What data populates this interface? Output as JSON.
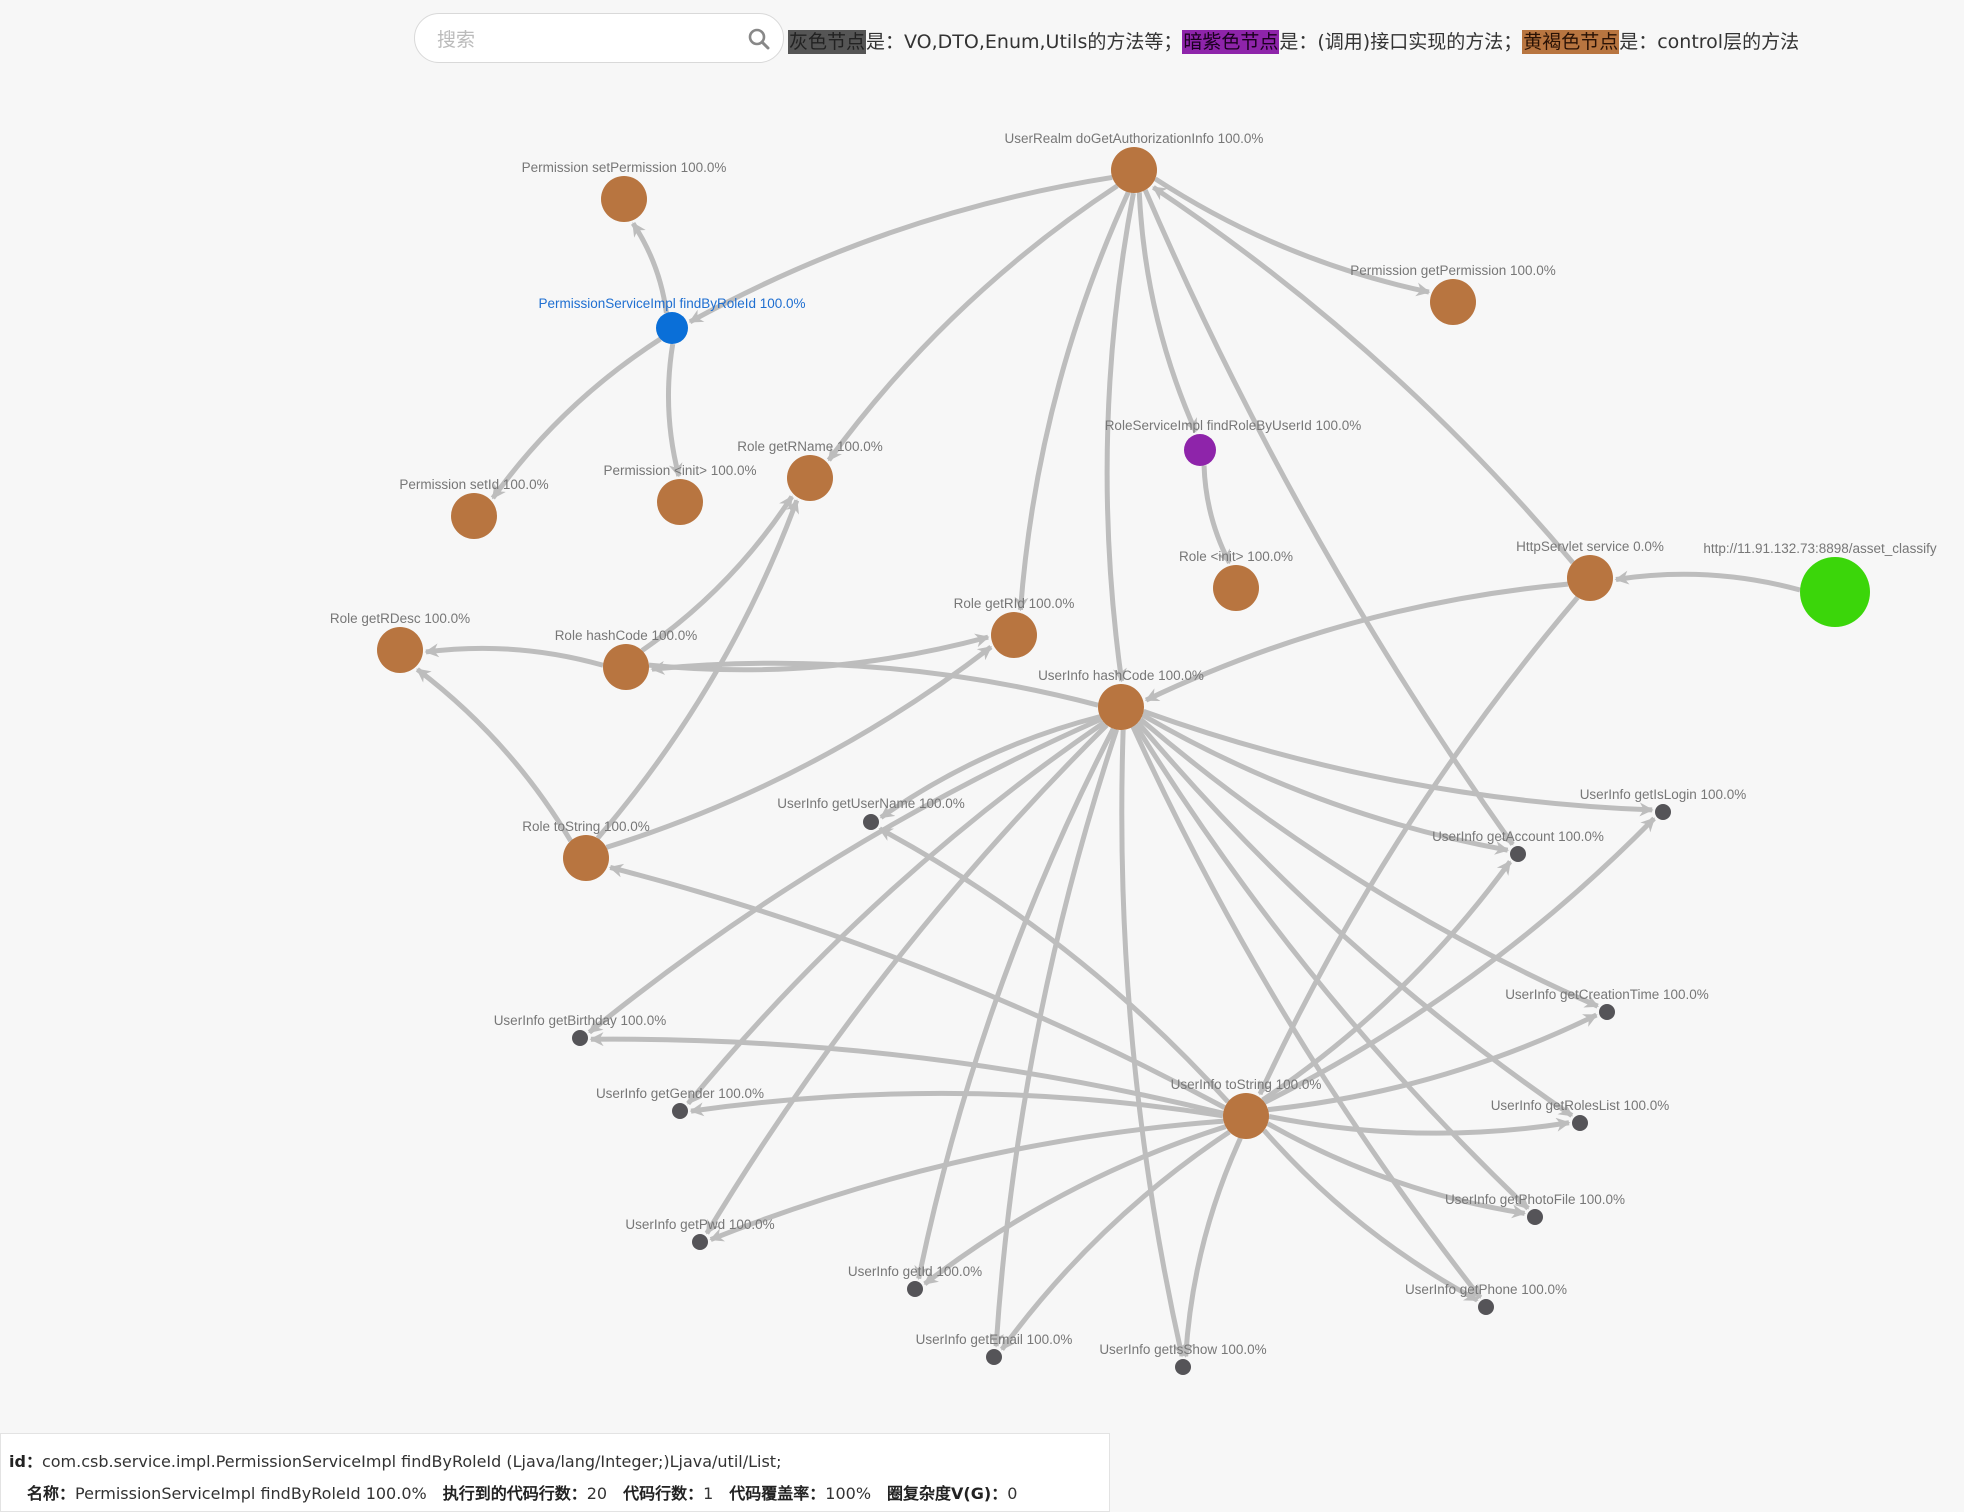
{
  "search": {
    "placeholder": "搜索",
    "value": ""
  },
  "legend": {
    "gray_swatch": "灰色节点",
    "gray_text": "是：VO,DTO,Enum,Utils的方法等；",
    "purple_swatch": "暗紫色节点",
    "purple_text": "是：(调用)接口实现的方法；",
    "brown_swatch": "黄褐色节点",
    "brown_text": "是：control层的方法"
  },
  "colors": {
    "brown": "#b87540",
    "gray": "#555458",
    "purple": "#8e24aa",
    "blue": "#0a6fd8",
    "green": "#3bd60a",
    "edge": "#bdbdbd",
    "selected_label": "#1f6fd1"
  },
  "graph": {
    "nodes": [
      {
        "id": "userrealm",
        "label": "UserRealm doGetAuthorizationInfo 100.0%",
        "type": "brown"
      },
      {
        "id": "perm_set",
        "label": "Permission setPermission 100.0%",
        "type": "brown"
      },
      {
        "id": "perm_get",
        "label": "Permission getPermission 100.0%",
        "type": "brown"
      },
      {
        "id": "permsvc",
        "label": "PermissionServiceImpl findByRoleId 100.0%",
        "type": "blue",
        "selected": true
      },
      {
        "id": "rolesvc",
        "label": "RoleServiceImpl findRoleByUserId 100.0%",
        "type": "purple"
      },
      {
        "id": "perm_setid",
        "label": "Permission setId 100.0%",
        "type": "brown"
      },
      {
        "id": "perm_init",
        "label": "Permission <init> 100.0%",
        "type": "brown"
      },
      {
        "id": "role_getrname",
        "label": "Role getRName 100.0%",
        "type": "brown"
      },
      {
        "id": "role_init",
        "label": "Role <init> 100.0%",
        "type": "brown"
      },
      {
        "id": "httpservlet",
        "label": "HttpServlet service 0.0%",
        "type": "brown"
      },
      {
        "id": "url",
        "label": "http://11.91.132.73:8898/asset_classify",
        "type": "green"
      },
      {
        "id": "role_getrdesc",
        "label": "Role getRDesc 100.0%",
        "type": "brown"
      },
      {
        "id": "role_hashcode",
        "label": "Role hashCode 100.0%",
        "type": "brown"
      },
      {
        "id": "role_getrid",
        "label": "Role getRId 100.0%",
        "type": "brown"
      },
      {
        "id": "ui_hashcode",
        "label": "UserInfo hashCode 100.0%",
        "type": "brown"
      },
      {
        "id": "role_tostring",
        "label": "Role toString 100.0%",
        "type": "brown"
      },
      {
        "id": "ui_getusername",
        "label": "UserInfo getUserName 100.0%",
        "type": "gray"
      },
      {
        "id": "ui_getislogin",
        "label": "UserInfo getIsLogin 100.0%",
        "type": "gray"
      },
      {
        "id": "ui_getaccount",
        "label": "UserInfo getAccount 100.0%",
        "type": "gray"
      },
      {
        "id": "ui_getbirthday",
        "label": "UserInfo getBirthday 100.0%",
        "type": "gray"
      },
      {
        "id": "ui_getcreationtime",
        "label": "UserInfo getCreationTime 100.0%",
        "type": "gray"
      },
      {
        "id": "ui_tostring",
        "label": "UserInfo toString 100.0%",
        "type": "brown"
      },
      {
        "id": "ui_getgender",
        "label": "UserInfo getGender 100.0%",
        "type": "gray"
      },
      {
        "id": "ui_getroleslist",
        "label": "UserInfo getRolesList 100.0%",
        "type": "gray"
      },
      {
        "id": "ui_getpwd",
        "label": "UserInfo getPwd 100.0%",
        "type": "gray"
      },
      {
        "id": "ui_getphotofile",
        "label": "UserInfo getPhotoFile 100.0%",
        "type": "gray"
      },
      {
        "id": "ui_getid",
        "label": "UserInfo getId 100.0%",
        "type": "gray"
      },
      {
        "id": "ui_getphone",
        "label": "UserInfo getPhone 100.0%",
        "type": "gray"
      },
      {
        "id": "ui_getemail",
        "label": "UserInfo getEmail 100.0%",
        "type": "gray"
      },
      {
        "id": "ui_getisshow",
        "label": "UserInfo getIsShow 100.0%",
        "type": "gray"
      }
    ],
    "edges": [
      [
        "url",
        "httpservlet"
      ],
      [
        "httpservlet",
        "userrealm"
      ],
      [
        "httpservlet",
        "ui_hashcode"
      ],
      [
        "httpservlet",
        "ui_tostring"
      ],
      [
        "userrealm",
        "permsvc"
      ],
      [
        "userrealm",
        "perm_get"
      ],
      [
        "userrealm",
        "rolesvc"
      ],
      [
        "userrealm",
        "role_getrname"
      ],
      [
        "userrealm",
        "role_getrid"
      ],
      [
        "userrealm",
        "ui_hashcode"
      ],
      [
        "userrealm",
        "ui_getaccount"
      ],
      [
        "permsvc",
        "perm_set"
      ],
      [
        "permsvc",
        "perm_setid"
      ],
      [
        "permsvc",
        "perm_init"
      ],
      [
        "rolesvc",
        "role_init"
      ],
      [
        "role_hashcode",
        "role_getrdesc"
      ],
      [
        "role_hashcode",
        "role_getrid"
      ],
      [
        "role_hashcode",
        "role_getrname"
      ],
      [
        "ui_hashcode",
        "role_hashcode"
      ],
      [
        "role_tostring",
        "role_getrdesc"
      ],
      [
        "role_tostring",
        "role_getrname"
      ],
      [
        "role_tostring",
        "role_getrid"
      ],
      [
        "ui_hashcode",
        "ui_getusername"
      ],
      [
        "ui_hashcode",
        "ui_getislogin"
      ],
      [
        "ui_hashcode",
        "ui_getaccount"
      ],
      [
        "ui_hashcode",
        "ui_getbirthday"
      ],
      [
        "ui_hashcode",
        "ui_getcreationtime"
      ],
      [
        "ui_hashcode",
        "ui_getgender"
      ],
      [
        "ui_hashcode",
        "ui_getroleslist"
      ],
      [
        "ui_hashcode",
        "ui_getpwd"
      ],
      [
        "ui_hashcode",
        "ui_getphotofile"
      ],
      [
        "ui_hashcode",
        "ui_getid"
      ],
      [
        "ui_hashcode",
        "ui_getphone"
      ],
      [
        "ui_hashcode",
        "ui_getemail"
      ],
      [
        "ui_hashcode",
        "ui_getisshow"
      ],
      [
        "ui_tostring",
        "role_tostring"
      ],
      [
        "ui_tostring",
        "ui_getusername"
      ],
      [
        "ui_tostring",
        "ui_getislogin"
      ],
      [
        "ui_tostring",
        "ui_getaccount"
      ],
      [
        "ui_tostring",
        "ui_getbirthday"
      ],
      [
        "ui_tostring",
        "ui_getcreationtime"
      ],
      [
        "ui_tostring",
        "ui_getgender"
      ],
      [
        "ui_tostring",
        "ui_getroleslist"
      ],
      [
        "ui_tostring",
        "ui_getpwd"
      ],
      [
        "ui_tostring",
        "ui_getphotofile"
      ],
      [
        "ui_tostring",
        "ui_getid"
      ],
      [
        "ui_tostring",
        "ui_getphone"
      ],
      [
        "ui_tostring",
        "ui_getemail"
      ],
      [
        "ui_tostring",
        "ui_getisshow"
      ]
    ]
  },
  "info": {
    "id_label": "id：",
    "id_value": "com.csb.service.impl.PermissionServiceImpl findByRoleId (Ljava/lang/Integer;)Ljava/util/List;",
    "name_label": "名称：",
    "name_value": "PermissionServiceImpl findByRoleId 100.0%",
    "executed_label": "执行到的代码行数：",
    "executed_value": "20",
    "lines_label": "代码行数：",
    "lines_value": "1",
    "coverage_label": "代码覆盖率：",
    "coverage_value": "100%",
    "complexity_label": "圈复杂度V(G)：",
    "complexity_value": "0"
  }
}
